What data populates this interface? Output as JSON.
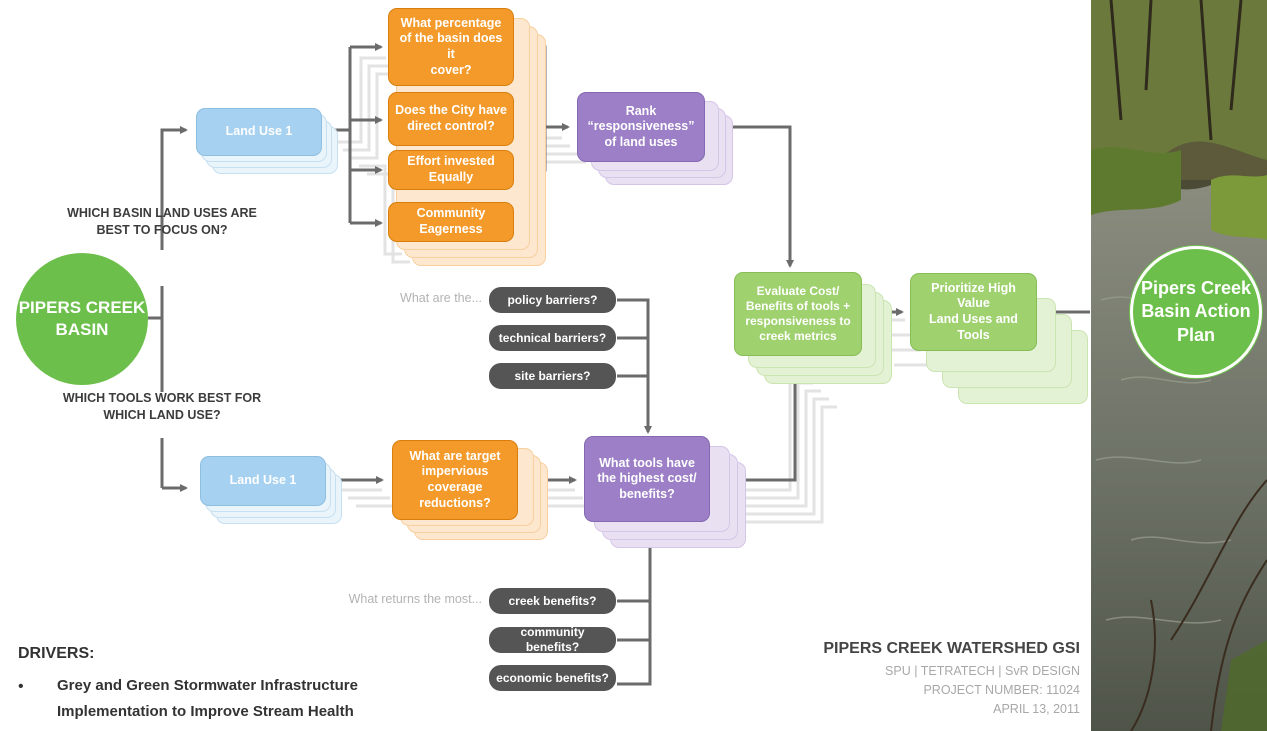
{
  "colors": {
    "circle_green": "#6dbf4b",
    "land_use_blue": "#a6d1f0",
    "question_orange": "#f39a2a",
    "rank_purple": "#9c7fc6",
    "evaluate_green": "#9fd16f",
    "barrier_pill_gray": "#555555",
    "connector_gray": "#6b6b6b"
  },
  "start_circle": {
    "line1": "PIPERS CREEK",
    "line2": "BASIN"
  },
  "end_circle": {
    "line1": "Pipers Creek",
    "line2": "Basin Action",
    "line3": "Plan"
  },
  "questions": {
    "upper": {
      "line1": "WHICH BASIN LAND USES ARE",
      "line2": "BEST TO FOCUS ON?"
    },
    "lower": {
      "line1": "WHICH TOOLS WORK BEST FOR",
      "line2": "WHICH LAND USE?"
    }
  },
  "upper_branch": {
    "land_use": "Land Use 1",
    "criteria": [
      {
        "line1": "What percentage",
        "line2": "of the basin does it",
        "line3": "cover?"
      },
      {
        "line1": "Does the City have",
        "line2": "direct control?"
      },
      {
        "line1": "Effort invested Equally"
      },
      {
        "line1": "Community Eagerness"
      }
    ],
    "rank": {
      "line1": "Rank",
      "line2": "“responsiveness”",
      "line3": "of land uses"
    }
  },
  "lower_branch": {
    "land_use": "Land Use 1",
    "target": {
      "line1": "What are target",
      "line2": "impervious coverage",
      "line3": "reductions?"
    },
    "tools": {
      "line1": "What tools have",
      "line2": "the highest cost/",
      "line3": "benefits?"
    }
  },
  "barriers": {
    "prompt": "What are the...",
    "items": [
      "policy barriers?",
      "technical barriers?",
      "site barriers?"
    ]
  },
  "returns": {
    "prompt": "What returns the most...",
    "items": [
      "creek benefits?",
      "community benefits?",
      "economic benefits?"
    ]
  },
  "evaluate": {
    "line1": "Evaluate Cost/",
    "line2": "Benefits of tools +",
    "line3": "responsiveness to",
    "line4": "creek metrics"
  },
  "prioritize": {
    "line1": "Prioritize High Value",
    "line2": "Land Uses and Tools"
  },
  "drivers": {
    "heading": "DRIVERS:",
    "bullet": "•",
    "line1": "Grey and Green Stormwater Infrastructure",
    "line2": "Implementation to Improve Stream Health"
  },
  "project": {
    "title": "PIPERS CREEK WATERSHED GSI",
    "partners": "SPU  |  TETRATECH  |  SvR DESIGN",
    "number": "PROJECT NUMBER: 11024",
    "date": "APRIL 13, 2011"
  }
}
